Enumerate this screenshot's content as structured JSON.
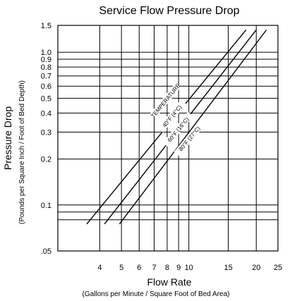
{
  "chart_data": {
    "type": "line",
    "title": "Service Flow Pressure Drop",
    "xlabel": "Flow Rate",
    "xlabel_sub": "(Gallons per Minute / Square Foot of Bed Area)",
    "ylabel": "Pressure Drop",
    "ylabel_sub": "(Pounds per Square Inch / Foot of Bed Depth)",
    "x_scale": "log",
    "y_scale": "log",
    "xlim": [
      2.6,
      25
    ],
    "ylim": [
      0.05,
      1.5
    ],
    "x_ticks": [
      {
        "value": 4,
        "label": "4"
      },
      {
        "value": 5,
        "label": "5"
      },
      {
        "value": 6,
        "label": "6"
      },
      {
        "value": 7,
        "label": "7"
      },
      {
        "value": 8,
        "label": "8"
      },
      {
        "value": 9,
        "label": "9"
      },
      {
        "value": 10,
        "label": "10"
      },
      {
        "value": 15,
        "label": "15"
      },
      {
        "value": 20,
        "label": "20"
      },
      {
        "value": 25,
        "label": "25"
      }
    ],
    "x_gridlines": [
      4,
      5,
      6,
      7,
      8,
      9,
      10,
      15,
      20
    ],
    "y_ticks": [
      {
        "value": 1.5,
        "label": "1.5"
      },
      {
        "value": 1.0,
        "label": "1.0"
      },
      {
        "value": 0.9,
        "label": "0.9"
      },
      {
        "value": 0.8,
        "label": "0.8"
      },
      {
        "value": 0.7,
        "label": "0.7"
      },
      {
        "value": 0.6,
        "label": "0.6"
      },
      {
        "value": 0.5,
        "label": "0.5"
      },
      {
        "value": 0.4,
        "label": "0.4"
      },
      {
        "value": 0.3,
        "label": "0.3"
      },
      {
        "value": 0.2,
        "label": "0.2"
      },
      {
        "value": 0.1,
        "label": "0.1"
      },
      {
        "value": 0.05,
        "label": ".05"
      }
    ],
    "y_gridlines": [
      1.0,
      0.9,
      0.8,
      0.7,
      0.6,
      0.5,
      0.4,
      0.3,
      0.2,
      0.1,
      0.09,
      0.08
    ],
    "grid": true,
    "series_header": "TEMPERATURE",
    "series": [
      {
        "name": "40°F (4°C)",
        "points": [
          [
            3.5,
            0.075
          ],
          [
            18.0,
            1.4
          ]
        ]
      },
      {
        "name": "60°F (16°C)",
        "points": [
          [
            4.2,
            0.075
          ],
          [
            20.0,
            1.4
          ]
        ]
      },
      {
        "name": "80°F (27°C)",
        "points": [
          [
            4.9,
            0.075
          ],
          [
            22.2,
            1.4
          ]
        ]
      }
    ],
    "colors": {
      "line": "#000000",
      "grid": "#000000",
      "background": "#ffffff"
    }
  }
}
